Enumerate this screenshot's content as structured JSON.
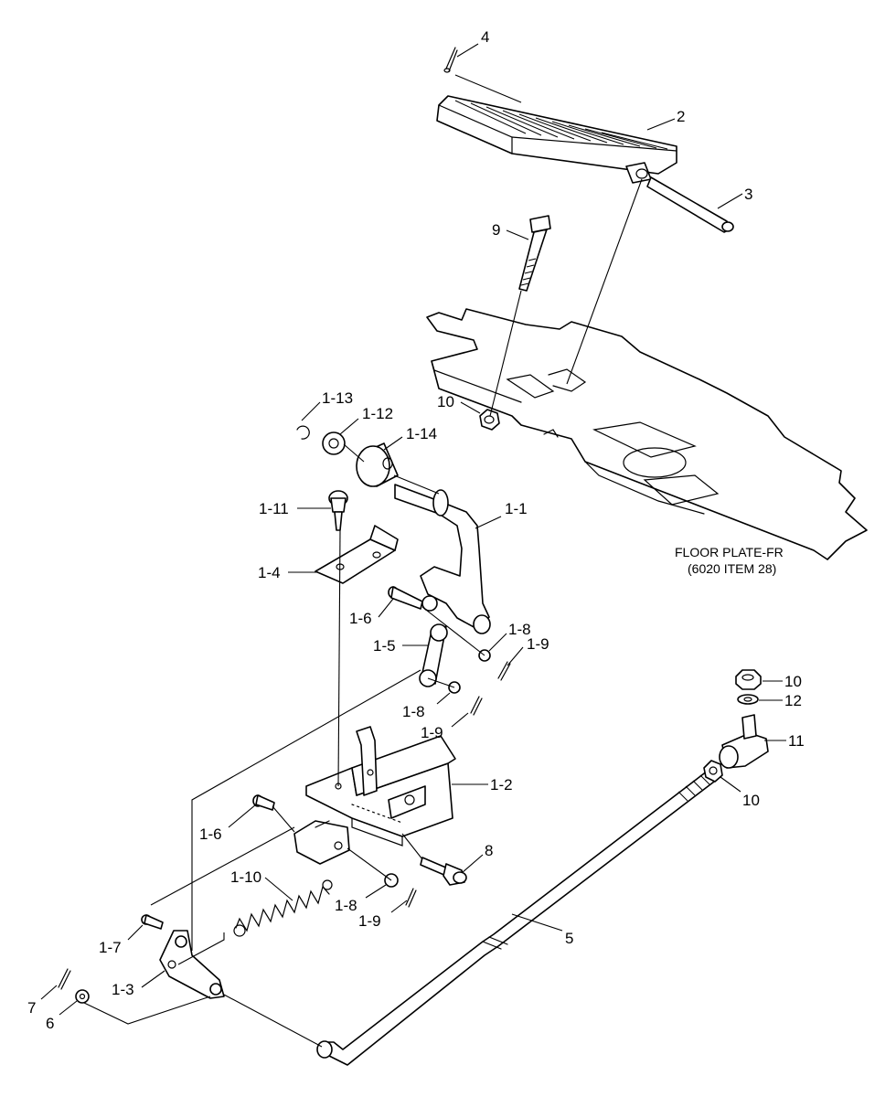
{
  "callouts": {
    "c4": "4",
    "c2": "2",
    "c3": "3",
    "c9": "9",
    "c10_top": "10",
    "c1_13": "1-13",
    "c1_12": "1-12",
    "c1_14": "1-14",
    "c1_11": "1-11",
    "c1_1": "1-1",
    "c1_4": "1-4",
    "c1_6_top": "1-6",
    "c1_8_top": "1-8",
    "c1_9_top": "1-9",
    "c1_5": "1-5",
    "c1_8_mid": "1-8",
    "c1_9_mid": "1-9",
    "c10_right": "10",
    "c12": "12",
    "c11": "11",
    "c10_rod": "10",
    "c1_2": "1-2",
    "c1_6_low": "1-6",
    "c8": "8",
    "c1_10": "1-10",
    "c1_8_low": "1-8",
    "c1_9_low": "1-9",
    "c5": "5",
    "c1_7": "1-7",
    "c1_3": "1-3",
    "c7": "7",
    "c6": "6"
  },
  "floor_plate": {
    "line1": "FLOOR PLATE-FR",
    "line2": "(6020 ITEM 28)"
  }
}
